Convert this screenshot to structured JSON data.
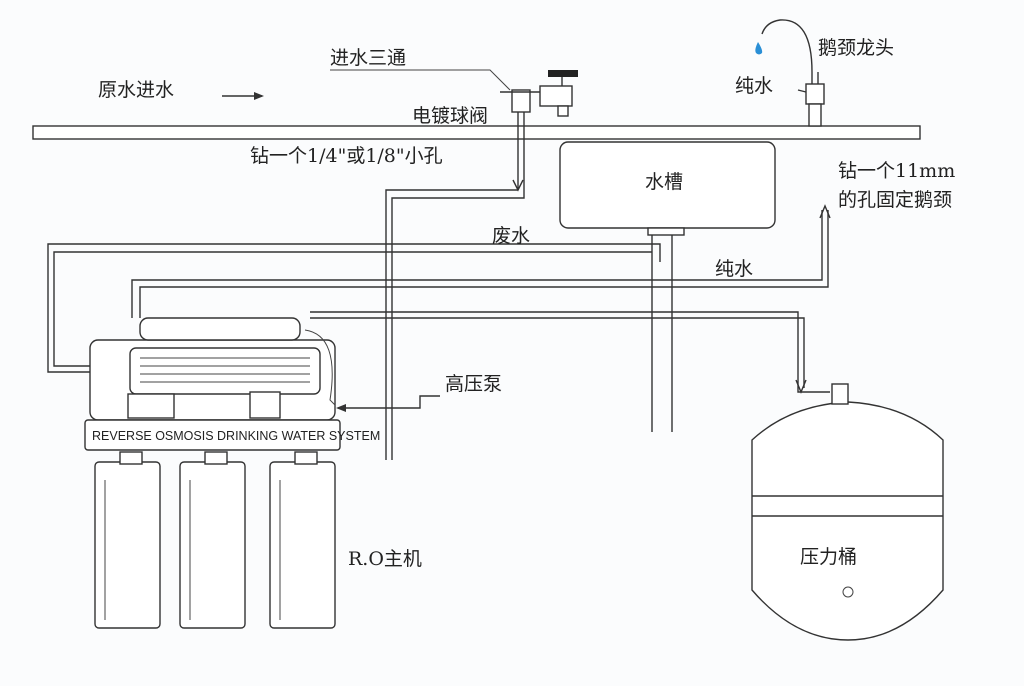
{
  "labels": {
    "inlet_tee": "进水三通",
    "raw_water_in": "原水进水",
    "ball_valve": "电镀球阀",
    "drill_small_hole": "钻一个1/4\"或1/8\"小孔",
    "gooseneck_faucet": "鹅颈龙头",
    "pure_water_faucet": "纯水",
    "sink": "水槽",
    "drill_11mm_line1": "钻一个11mm",
    "drill_11mm_line2": "的孔固定鹅颈",
    "waste_water": "废水",
    "pure_water_line": "纯水",
    "high_pressure_pump": "高压泵",
    "ro_unit": "R.O主机",
    "pressure_tank": "压力桶",
    "system_plate": "REVERSE OSMOSIS DRINKING WATER SYSTEM"
  },
  "colors": {
    "water_drop": "#2a8fd6"
  }
}
